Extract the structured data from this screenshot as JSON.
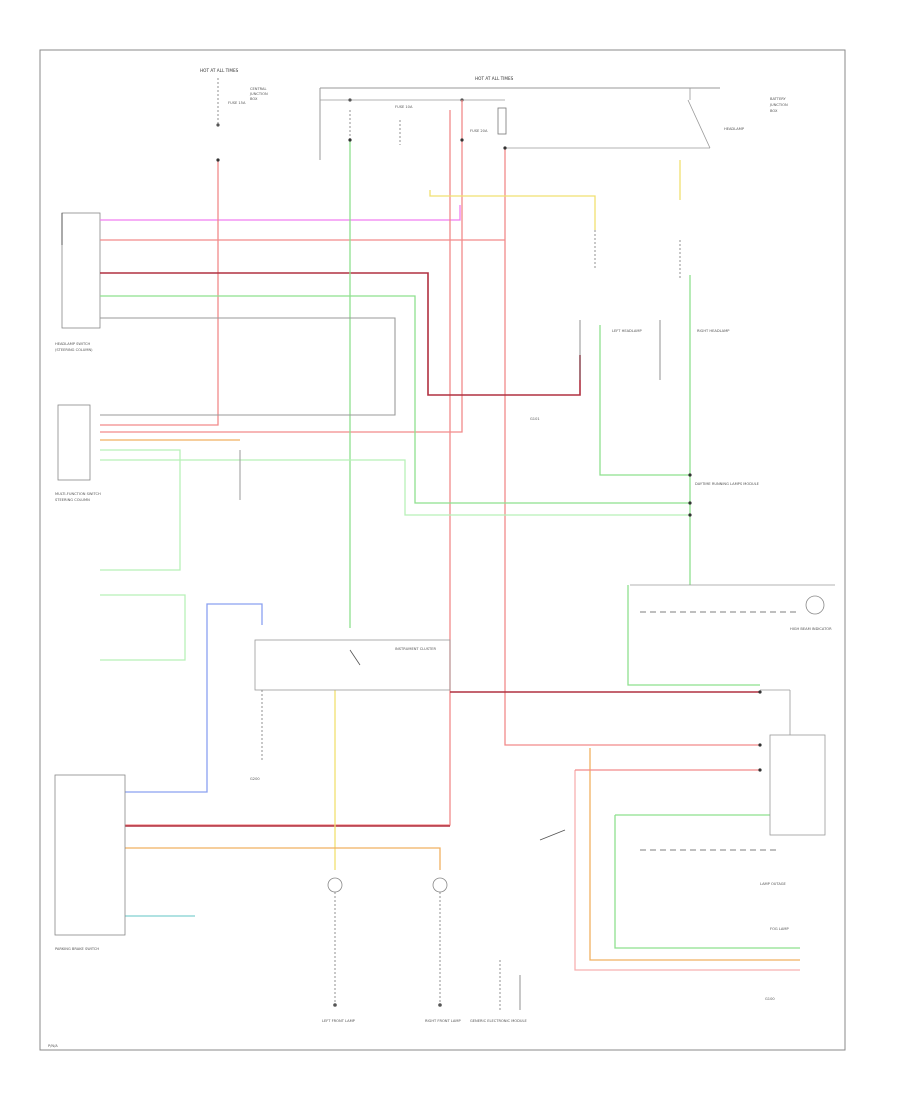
{
  "diagram": {
    "page_code": "P/N/A",
    "colors": {
      "red": "#f28a8a",
      "pink": "#f07ef0",
      "dark_red": "#b03040",
      "green": "#8ee08e",
      "light_green": "#b8f0b8",
      "yellow": "#f0e070",
      "orange": "#f0b060",
      "blue": "#8aa0f0",
      "cyan": "#80d0d0",
      "gray": "#9a9a9a"
    },
    "labels": {
      "hot_at_all_times_top": "HOT AT ALL TIMES",
      "hot_at_all_times_right": "HOT AT ALL TIMES",
      "fuse_15a": "FUSE 15A",
      "fuse_10a": "FUSE 10A",
      "fuse_20a": "FUSE 20A",
      "headlamp_switch": "HEADLAMP SWITCH",
      "multi_function_switch": "MULTI-FUNCTION SWITCH",
      "steering_column": "STEERING COLUMN",
      "left_headlamp": "LEFT HEADLAMP",
      "right_headlamp": "RIGHT HEADLAMP",
      "daytime_running_lamps_module": "DAYTIME RUNNING LAMPS MODULE",
      "parking_brake_switch": "PARKING BRAKE SWITCH",
      "instrument_cluster": "INSTRUMENT CLUSTER",
      "high_beam_indicator": "HIGH BEAM INDICATOR",
      "g200": "G200",
      "g100": "G100",
      "g101": "G101",
      "left_front_lamp": "LEFT FRONT LAMP",
      "right_front_lamp": "RIGHT FRONT LAMP",
      "generic_electronic_module": "GENERIC ELECTRONIC MODULE",
      "lamp_outage": "LAMP OUTAGE",
      "fog_lamp": "FOG LAMP"
    }
  }
}
